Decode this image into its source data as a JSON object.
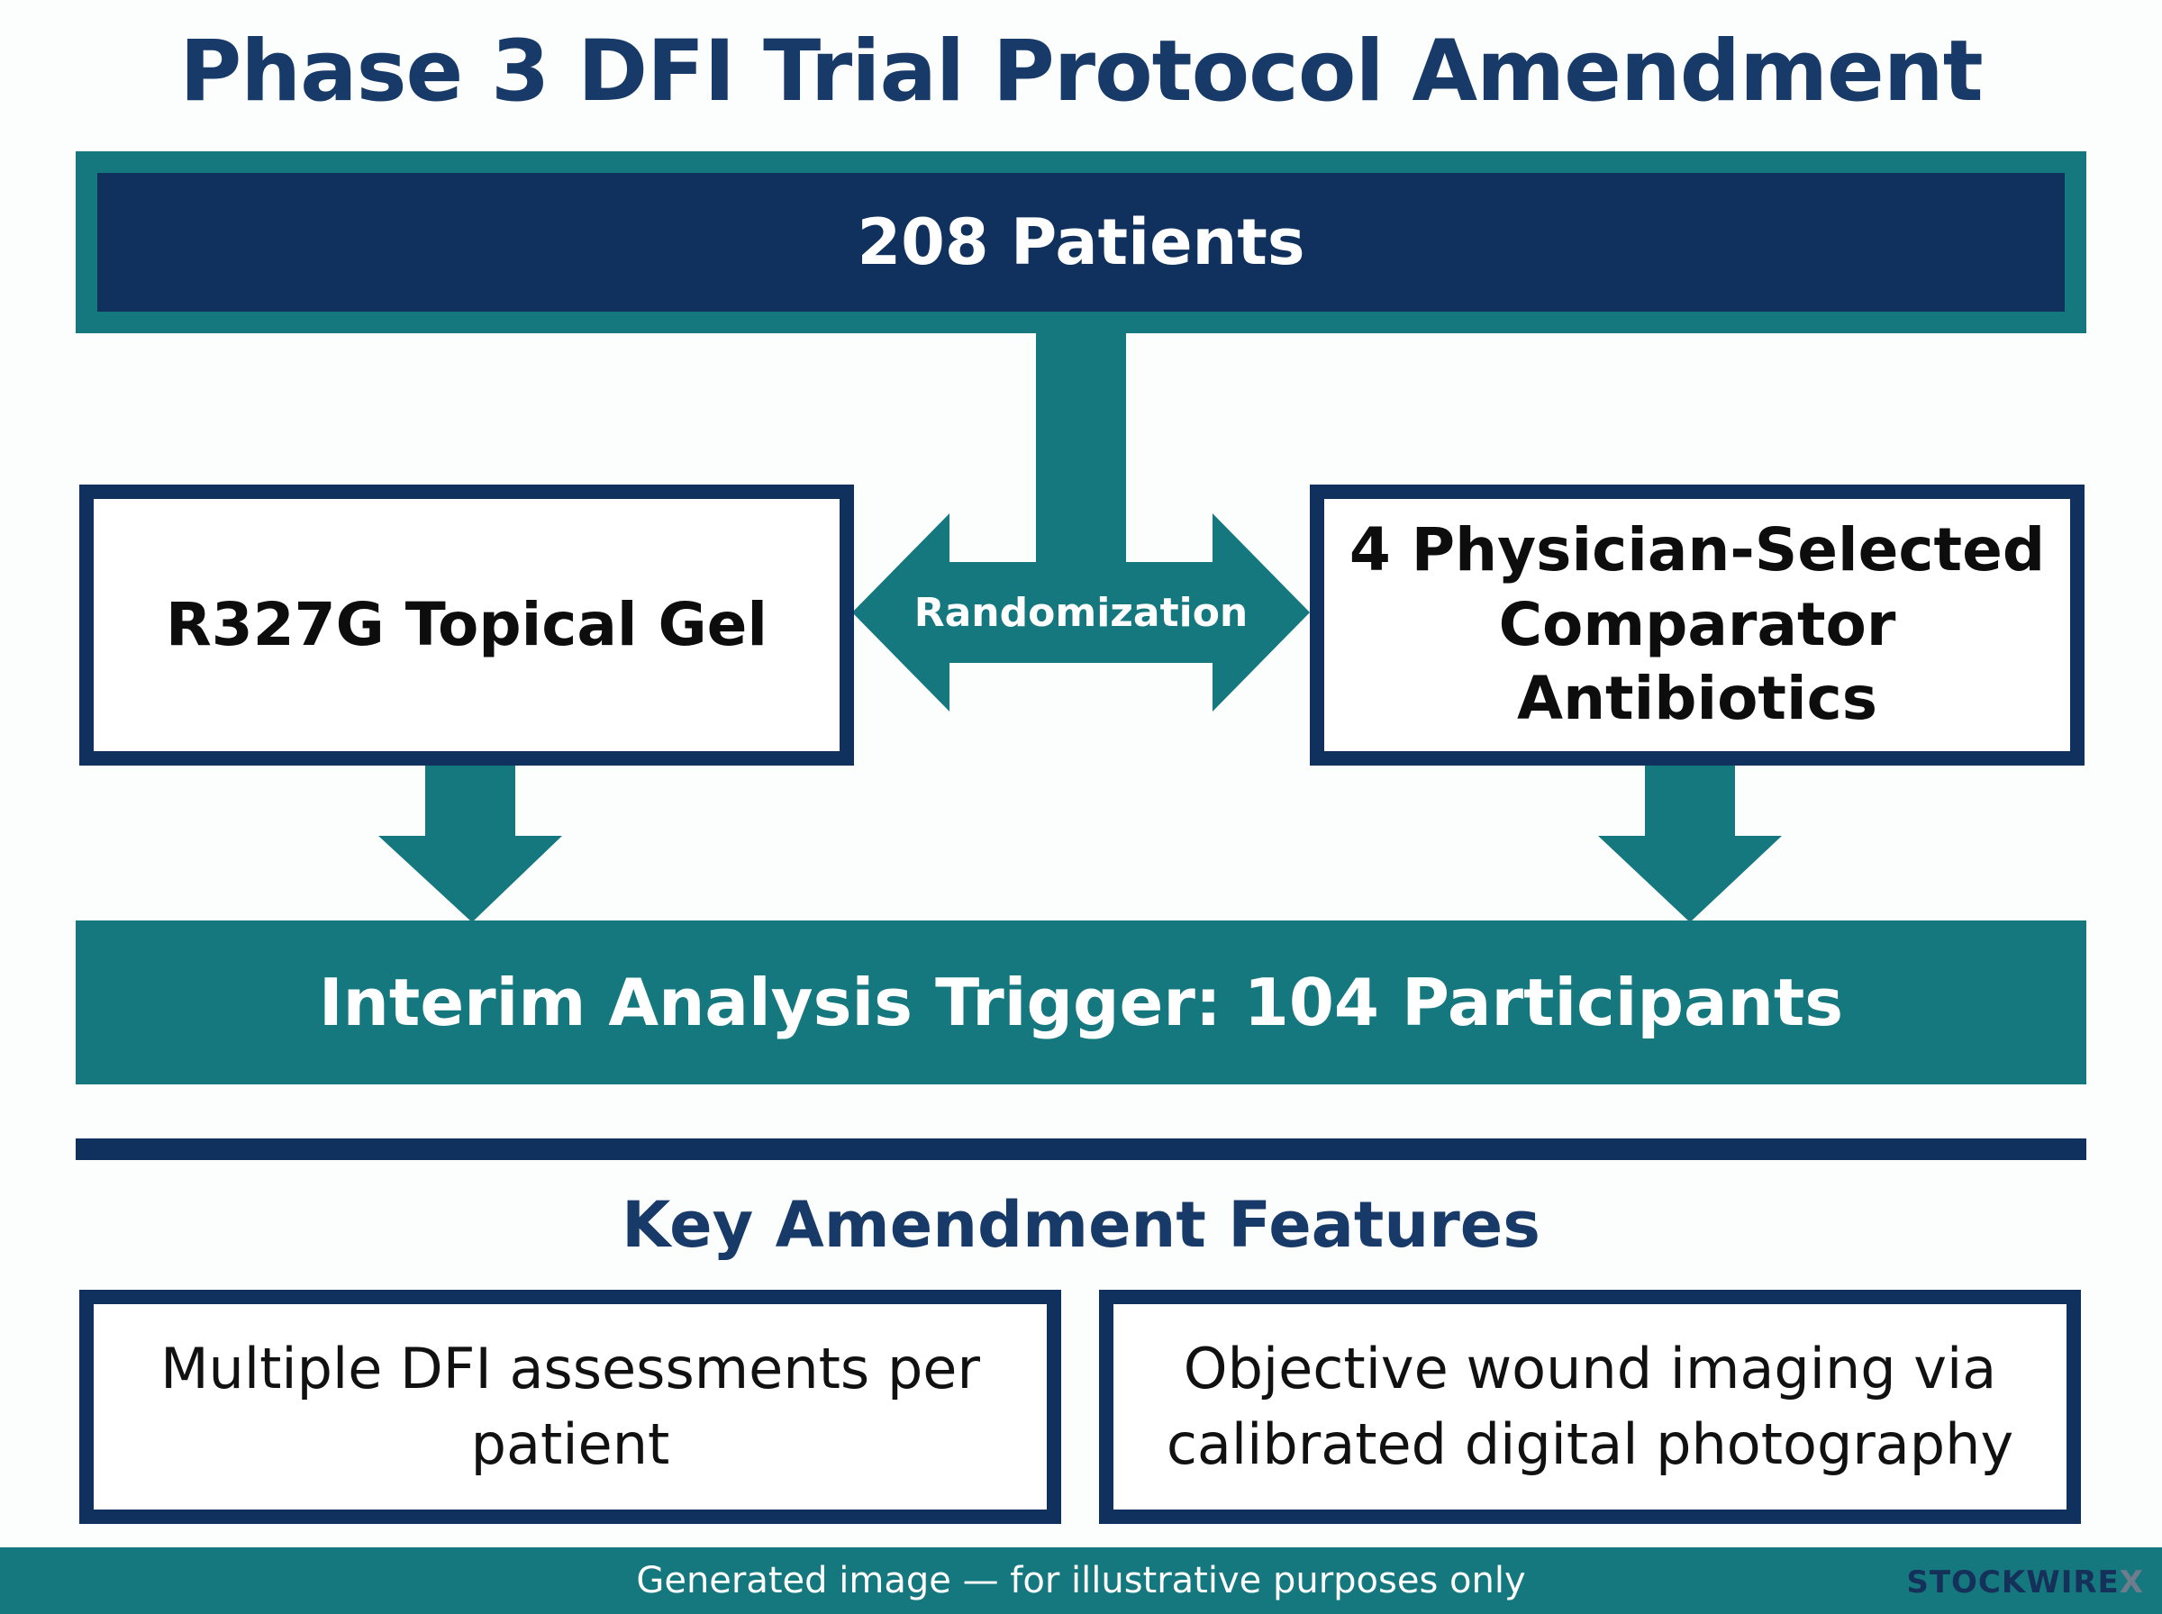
{
  "title": "Phase 3 DFI Trial Protocol Amendment",
  "population": {
    "label": "208 Patients"
  },
  "randomization": {
    "label": "Randomization"
  },
  "arms": [
    {
      "label": "R327G Topical Gel"
    },
    {
      "label": "4 Physician-Selected Comparator Antibiotics"
    }
  ],
  "interim": {
    "label": "Interim Analysis Trigger: 104 Participants"
  },
  "features": {
    "heading": "Key Amendment Features",
    "items": [
      {
        "label": "Multiple DFI assessments per patient"
      },
      {
        "label": "Objective wound imaging via calibrated digital photography"
      }
    ]
  },
  "footer": {
    "disclaimer": "Generated image — for illustrative purposes only",
    "watermark_text": "STOCKWIRE",
    "watermark_mark": "X"
  },
  "colors": {
    "navy": "#10315e",
    "teal": "#15787f",
    "title_navy": "#173a68"
  }
}
